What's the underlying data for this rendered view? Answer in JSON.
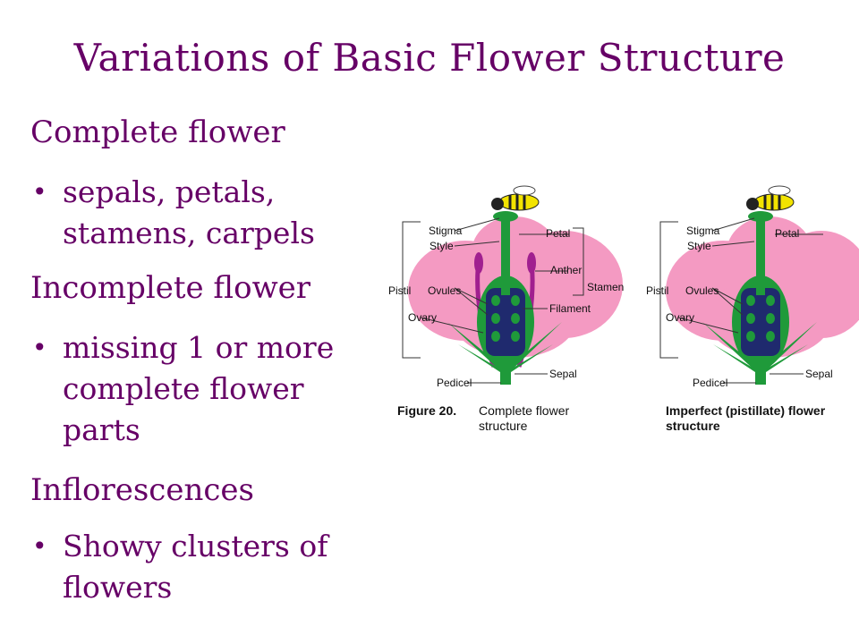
{
  "slide": {
    "title": "Variations of Basic Flower Structure"
  },
  "outline": [
    {
      "heading": "Complete flower",
      "bullet_lines": [
        "sepals, petals,",
        "stamens, carpels"
      ]
    },
    {
      "heading": "Incomplete flower",
      "bullet_lines": [
        "missing 1 or more",
        "complete flower",
        "parts"
      ]
    },
    {
      "heading": "Inflorescences",
      "bullet_lines": [
        "Showy clusters of",
        "flowers"
      ]
    }
  ],
  "figures": {
    "complete": {
      "labels": {
        "stigma": "Stigma",
        "style": "Style",
        "petal": "Petal",
        "anther": "Anther",
        "stamen": "Stamen",
        "pistil": "Pistil",
        "ovules": "Ovules",
        "filament": "Filament",
        "ovary": "Ovary",
        "sepal": "Sepal",
        "pedicel": "Pedicel"
      },
      "caption_bold": "Figure 20.",
      "caption_line1": "Complete flower",
      "caption_line2": "structure"
    },
    "imperfect": {
      "labels": {
        "stigma": "Stigma",
        "style": "Style",
        "petal": "Petal",
        "pistil": "Pistil",
        "ovules": "Ovules",
        "ovary": "Ovary",
        "sepal": "Sepal",
        "pedicel": "Pedicel"
      },
      "caption_line1": "Imperfect (pistillate) flower",
      "caption_line2": "structure"
    }
  },
  "colors": {
    "text_purple": "#660066",
    "petal_pink": "#f49ac2",
    "stem_green": "#1f9a3a",
    "ovary_navy": "#1f2a6e",
    "stamen_magenta": "#a01f8f"
  }
}
